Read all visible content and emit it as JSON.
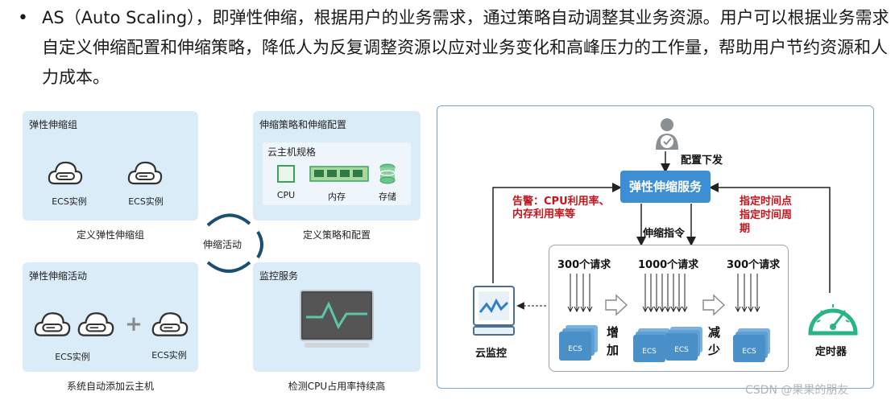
{
  "intro": {
    "bullet": "•",
    "text": "AS（Auto Scaling），即弹性伸缩，根据用户的业务需求，通过策略自动调整其业务资源。用户可以根据业务需求自定义伸缩配置和伸缩策略，降低人为反复调整资源以应对业务变化和高峰压力的工作量，帮助用户节约资源和人力成本。"
  },
  "left": {
    "group_panel": {
      "title": "弹性伸缩组",
      "ecs1": "ECS实例",
      "ecs2": "ECS实例",
      "caption": "定义弹性伸缩组"
    },
    "policy_panel": {
      "title": "伸缩策略和伸缩配置",
      "spec_title": "云主机规格",
      "cpu": "CPU",
      "memory": "内存",
      "storage": "存储",
      "caption": "定义策略和配置"
    },
    "cycle_label": "伸缩活动",
    "activity_panel": {
      "title": "弹性伸缩活动",
      "ecs1": "ECS实例",
      "ecs2": "ECS实例",
      "plus": "+",
      "caption": "系统自动添加云主机"
    },
    "monitor_panel": {
      "title": "监控服务",
      "caption": "检测CPU占用率持续高"
    }
  },
  "right": {
    "config_label": "配置下发",
    "service": "弹性伸缩服务",
    "alarm_label": "告警：CPU利用率、\n内存利用率等",
    "time_label": "指定时间点\n指定时间周\n期",
    "command_label": "伸缩指令",
    "requests": [
      "300个请求",
      "1000个请求",
      "300个请求"
    ],
    "increase": "增\n加",
    "decrease": "减\n少",
    "ecs_tag": "ECS",
    "cloud_monitor": "云监控",
    "timer": "定时器"
  },
  "watermark": "CSDN @果果的朋友",
  "colors": {
    "panel": "#d9ecf8",
    "service": "#3d8fd4",
    "alarm_text": "#c4141c",
    "timer": "#29b487",
    "monitor_wave": "#5ec6a8",
    "ecs_blue": "#4a90c8"
  }
}
